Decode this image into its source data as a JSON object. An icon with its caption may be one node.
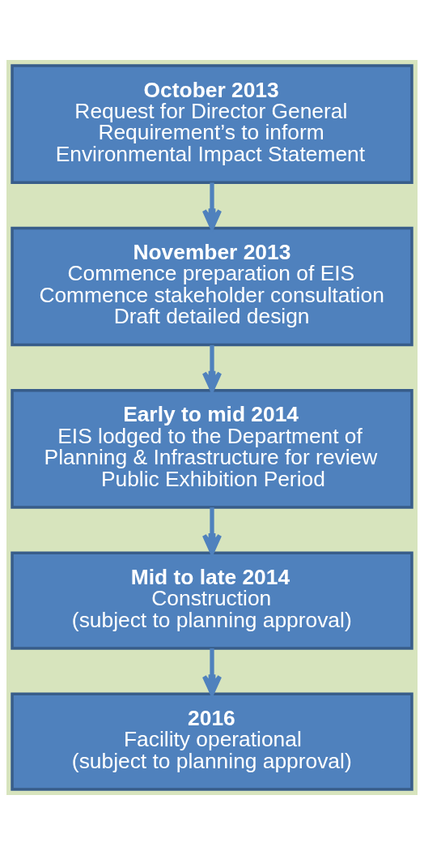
{
  "diagram": {
    "nodes": [
      {
        "text": [
          "October 2013",
          "Request for Director General Requirement’s to inform Environmental Impact Statement"
        ]
      },
      {
        "text": [
          "November 2013",
          "Commence preparation of EIS",
          "Commence stakeholder consultation",
          "Draft detailed design"
        ]
      },
      {
        "text": [
          "Early to mid 2014",
          "EIS lodged to the Department of Planning & Infrastructure for review",
          "Public Exhibition Period"
        ]
      },
      {
        "text": [
          "Mid to late 2014",
          "Construction",
          "(subject to planning approval)"
        ]
      },
      {
        "text": [
          "2016",
          "Facility operational",
          "(subject to planning approval)"
        ]
      }
    ],
    "edges": [
      {
        "from": 0,
        "to": 1,
        "arrow": "to"
      },
      {
        "from": 1,
        "to": 2,
        "arrow": "to"
      },
      {
        "from": 2,
        "to": 3,
        "arrow": "to"
      },
      {
        "from": 3,
        "to": 4,
        "arrow": "to"
      }
    ]
  }
}
